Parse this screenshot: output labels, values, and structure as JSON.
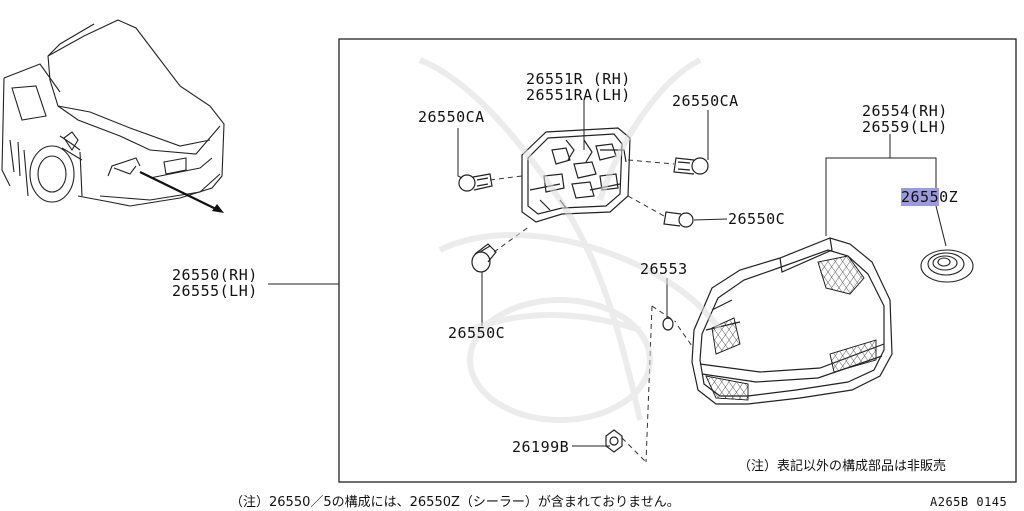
{
  "labels": {
    "p26551r": "26551R (RH)",
    "p26551ra": "26551RA(LH)",
    "p26550ca_left": "26550CA",
    "p26550ca_right": "26550CA",
    "p26554": "26554(RH)",
    "p26559": "26559(LH)",
    "p26550z_hl": "2655",
    "p26550z_rest": "0Z",
    "p26550c_right": "26550C",
    "p26553": "26553",
    "p26550_rh": "26550(RH)",
    "p26555_lh": "26555(LH)",
    "p26550c_bottom": "26550C",
    "p26199b": "26199B"
  },
  "notes": {
    "box_note": "（注）表記以外の構成部品は非販売",
    "bottom_note": "（注）26550／5の構成には、26550Z（シーラー）が含まれておりません。",
    "figure_code": "A265B 0145"
  },
  "colors": {
    "highlight": "#9b9bdc",
    "line": "#222222"
  }
}
